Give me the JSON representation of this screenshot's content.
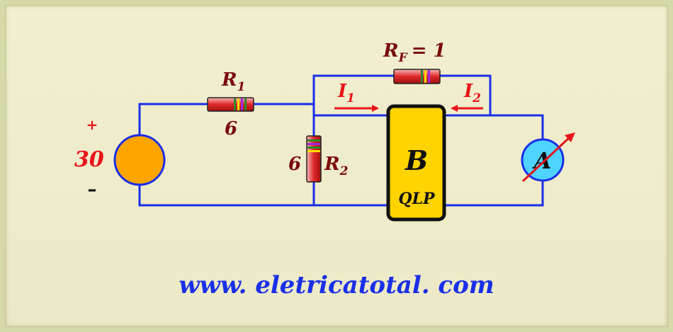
{
  "source": {
    "voltage": "30",
    "plus": "+",
    "minus": "–"
  },
  "r1": {
    "name": "R",
    "sub": "1",
    "value": "6"
  },
  "r2": {
    "name": "R",
    "sub": "2",
    "value": "6"
  },
  "rf": {
    "name": "R",
    "sub": "F",
    "value": "= 1"
  },
  "currents": {
    "i1": {
      "name": "I",
      "sub": "1"
    },
    "i2": {
      "name": "I",
      "sub": "2"
    }
  },
  "box": {
    "letter": "B",
    "label": "QLP"
  },
  "ammeter": {
    "letter": "A"
  },
  "footer": {
    "url": "www.  eletricatotal. com"
  },
  "colors": {
    "wire": "#1a2fe8",
    "label": "#7a0a0a",
    "arrow": "#e8141a",
    "box": "#ffd400",
    "source": "#ffa500",
    "meter": "#4fd4ff",
    "footer": "#1a2fe8"
  }
}
